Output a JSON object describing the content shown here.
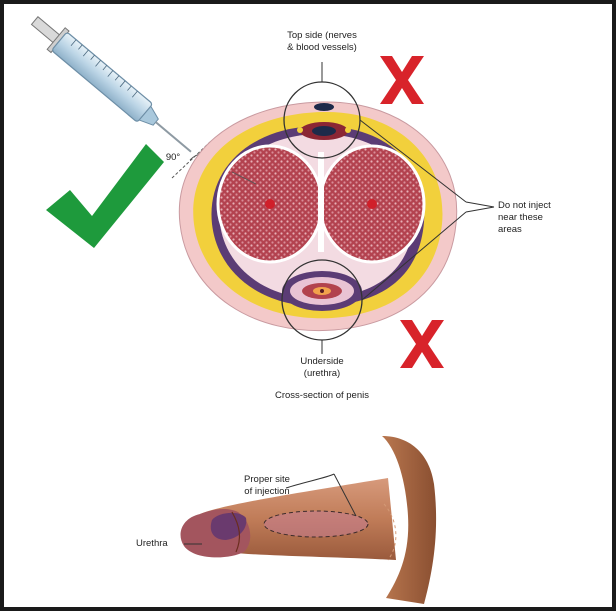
{
  "labels": {
    "top_side": "Top side (nerves\n& blood vessels)",
    "angle": "90°",
    "do_not_inject": "Do not inject\nnear these\nareas",
    "underside": "Underside\n(urethra)",
    "cross_section": "Cross-section of penis",
    "proper_site": "Proper site\nof injection",
    "urethra": "Urethra"
  },
  "colors": {
    "check_green": "#1e9a3c",
    "x_red": "#d8232a",
    "fat_yellow": "#f2d03c",
    "skin_pink": "#f3c9c9",
    "tissue_red": "#b2424e",
    "fascia_purple": "#5b3c75"
  },
  "marks": {
    "approved_icon": "checkmark-icon",
    "forbidden_icon": "x-mark-icon"
  }
}
